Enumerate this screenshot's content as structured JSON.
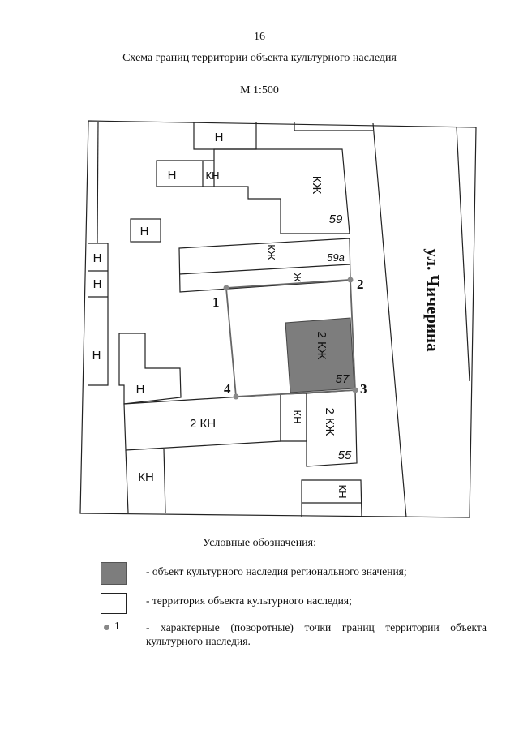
{
  "header": {
    "page_number": "16",
    "title": "Схема границ территории объекта культурного наследия",
    "scale": "М 1:500"
  },
  "map": {
    "street": "ул. Чичерина",
    "building_labels": {
      "h_top": "Н",
      "h_left_upper": "Н",
      "kn_upper": "КН",
      "kzh_upper": "КЖ",
      "num_59": "59",
      "h_mid": "Н",
      "kzh_59a": "КЖ",
      "num_59a": "59а",
      "zh_59a": "Ж",
      "h_edge_1": "Н",
      "h_edge_2": "Н",
      "h_edge_3": "Н",
      "heritage_label": "2 КЖ",
      "num_57": "57",
      "h_lower": "Н",
      "kn2_lower": "2 КН",
      "kn_small": "КН",
      "kzh_55": "2 КЖ",
      "num_55": "55",
      "kn_bottom_left": "КН",
      "kn_bottom_right": "КН"
    },
    "points": [
      {
        "label": "1"
      },
      {
        "label": "2"
      },
      {
        "label": "3"
      },
      {
        "label": "4"
      }
    ],
    "colors": {
      "heritage_fill": "#7d7d7d",
      "point_fill": "#888888",
      "line": "#222222"
    }
  },
  "legend": {
    "heading": "Условные обозначения:",
    "items": [
      {
        "swatch": "heritage-fill",
        "text": "- объект культурного наследия регионального значения;"
      },
      {
        "swatch": "territory-outline",
        "text": "- территория объекта культурного наследия;"
      },
      {
        "swatch": "point-dot",
        "label": "1",
        "text": "- характерные (поворотные) точки границ территории объекта культурного наследия."
      }
    ]
  }
}
